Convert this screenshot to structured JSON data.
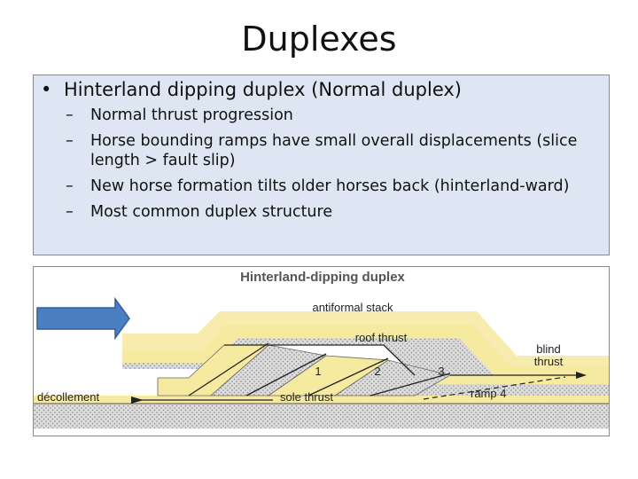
{
  "slide": {
    "title": "Duplexes",
    "bullet": "Hinterland dipping duplex (Normal duplex)",
    "sub_bullets": [
      "Normal thrust progression",
      "Horse bounding ramps have small overall displacements (slice length > fault slip)",
      "New horse formation tilts older horses back  (hinterland-ward)",
      "Most common duplex structure"
    ]
  },
  "diagram": {
    "title": "Hinterland-dipping duplex",
    "labels": {
      "antiformal_stack": "antiformal stack",
      "roof_thrust": "roof thrust",
      "blind": "blind",
      "thrust": "thrust",
      "decollement": "décollement",
      "sole_thrust": "sole thrust",
      "ramp": "ramp 4",
      "horse_1": "1",
      "horse_2": "2",
      "horse_3": "3"
    },
    "colors": {
      "yellow_layer": "#f6e9a0",
      "grey_layer": "#dcdcdc",
      "arrow": "#4a7fc1",
      "arrow_stroke": "#2f5f99"
    }
  }
}
